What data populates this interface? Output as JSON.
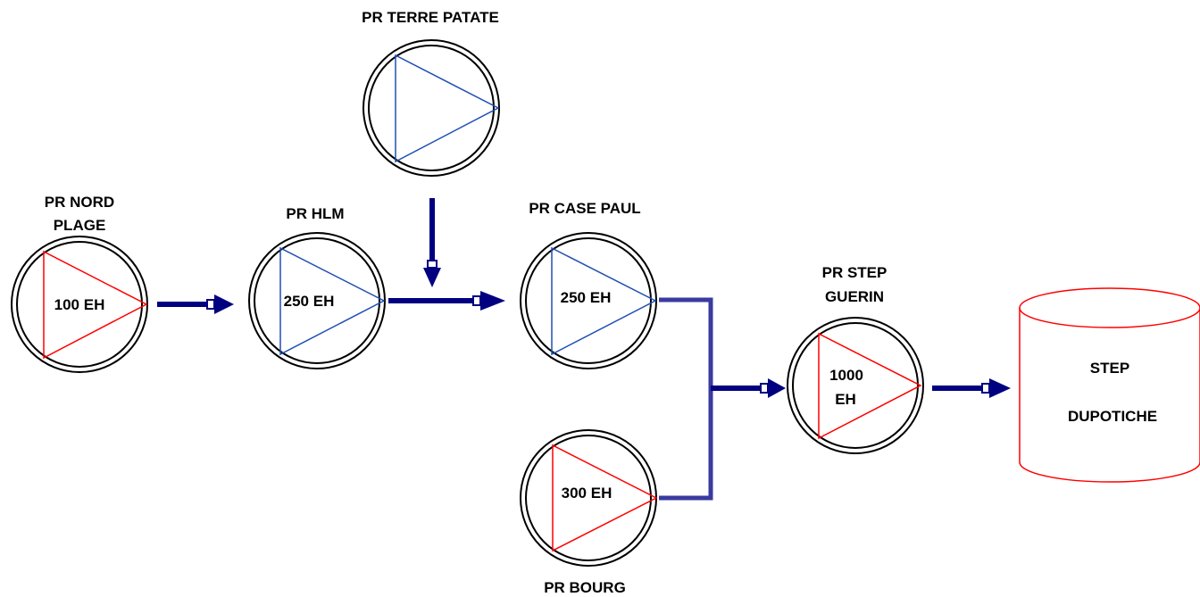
{
  "colors": {
    "pipe": "#000080",
    "pipe_branch": "#3a3aa0",
    "pump_red": "#ff0000",
    "pump_blue": "#1f4fb5",
    "outline": "#000000"
  },
  "pumps": {
    "nord_plage": {
      "name_line1": "PR NORD",
      "name_line2": "PLAGE",
      "capacity": "100 EH",
      "triangle_color": "red"
    },
    "hlm": {
      "name": "PR HLM",
      "capacity": "250 EH",
      "triangle_color": "blue"
    },
    "terre_patate": {
      "name": "PR TERRE PATATE",
      "triangle_color": "blue"
    },
    "case_paul": {
      "name": "PR CASE PAUL",
      "capacity": "250 EH",
      "triangle_color": "blue"
    },
    "bourg": {
      "name": "PR BOURG",
      "capacity": "300 EH",
      "triangle_color": "red"
    },
    "step_guerin": {
      "name_line1": "PR STEP",
      "name_line2": "GUERIN",
      "capacity_line1": "1000",
      "capacity_line2": "EH",
      "triangle_color": "red"
    }
  },
  "station": {
    "line1": "STEP",
    "line2": "DUPOTICHE"
  }
}
